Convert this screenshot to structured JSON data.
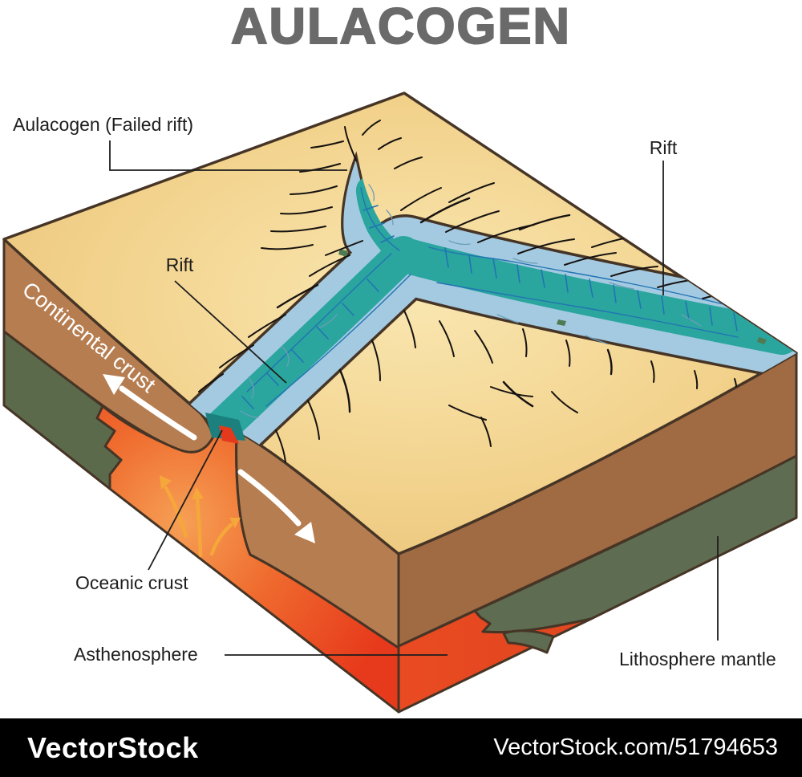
{
  "title": "AULACOGEN",
  "labels": {
    "aulacogen": "Aulacogen (Failed rift)",
    "rift_right": "Rift",
    "rift_left": "Rift",
    "continental_crust": "Continental crust",
    "oceanic_crust": "Oceanic crust",
    "asthenosphere": "Asthenosphere",
    "lithosphere_mantle": "Lithosphere mantle"
  },
  "watermark": {
    "brand": "VectorStock",
    "url_text": "VectorStock.com/51794653"
  },
  "colors": {
    "title_gray": "#6A6A6A",
    "surface_tan": "#F2D28C",
    "surface_tan_light": "#F9E6B0",
    "surface_tan_dark": "#E6BE72",
    "rift_blue": "#A4CAE1",
    "rift_teal": "#2AA69E",
    "rift_teal_dark": "#1B807E",
    "fault_blue": "#2273B3",
    "crust_brown": "#B67D50",
    "crust_brown_dark": "#A06B43",
    "mantle_green": "#5C6A4C",
    "asthenosphere_red": "#E73A1C",
    "magma_orange": "#F49A52",
    "outline": "#463526",
    "arrow_white": "#FFFFFF",
    "arrow_orange": "#F5A73B",
    "watermark_bg": "#000000"
  }
}
